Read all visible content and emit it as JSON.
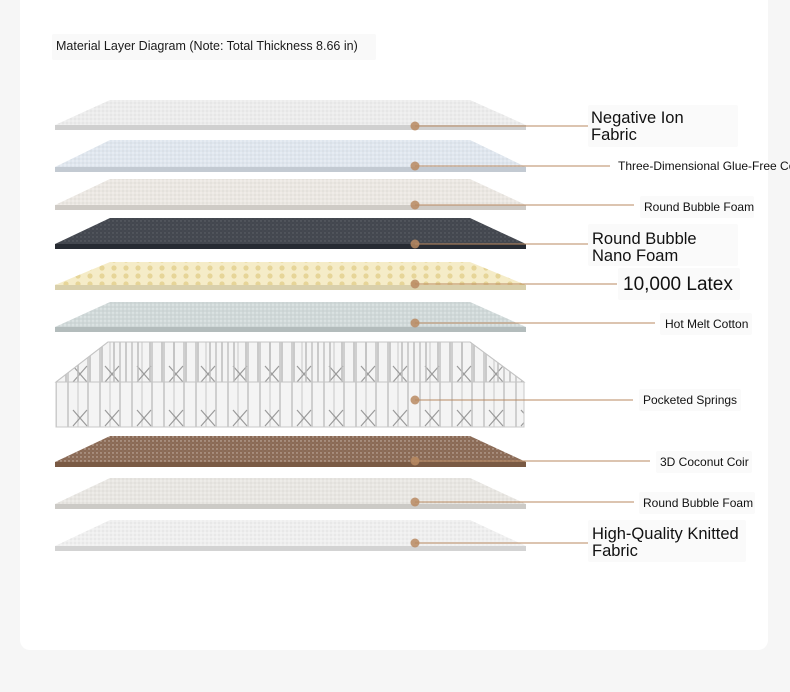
{
  "diagram": {
    "title": "Material Layer Diagram (Note: Total Thickness 8.66 in)",
    "layers": [
      {
        "label": "Negative Ion Fabric",
        "label_lines": [
          "Negative Ion",
          "Fabric"
        ],
        "style": "large",
        "color": "#ececec"
      },
      {
        "label": "Three-Dimensional Glue-Free Cotton",
        "label_lines": [
          "Three-Dimensional Glue-Free Co"
        ],
        "style": "small",
        "color": "#dfe6ee"
      },
      {
        "label": "Round Bubble Foam",
        "label_lines": [
          "Round Bubble Foam"
        ],
        "style": "small",
        "color": "#ebe7e2"
      },
      {
        "label": "Round Bubble Nano Foam",
        "label_lines": [
          "Round Bubble",
          "Nano Foam"
        ],
        "style": "large",
        "color": "#43474f"
      },
      {
        "label": "10,000 Latex",
        "label_lines": [
          "10,000 Latex"
        ],
        "style": "xlarge",
        "color": "#f5ecc8"
      },
      {
        "label": "Hot Melt Cotton",
        "label_lines": [
          "Hot Melt Cotton"
        ],
        "style": "small",
        "color": "#cfd8d8"
      },
      {
        "label": "Pocketed Springs",
        "label_lines": [
          "Pocketed Springs"
        ],
        "style": "small",
        "color": "#f1f1f1"
      },
      {
        "label": "3D Coconut Coir",
        "label_lines": [
          "3D Coconut Coir"
        ],
        "style": "small",
        "color": "#8b6a55"
      },
      {
        "label": "Round Bubble Foam",
        "label_lines": [
          "Round Bubble Foam"
        ],
        "style": "small",
        "color": "#e8e6e2"
      },
      {
        "label": "High-Quality Knitted Fabric",
        "label_lines": [
          "High-Quality Knitted",
          "Fabric"
        ],
        "style": "large",
        "color": "#efefef"
      }
    ],
    "leader_color": "#b98a62"
  }
}
